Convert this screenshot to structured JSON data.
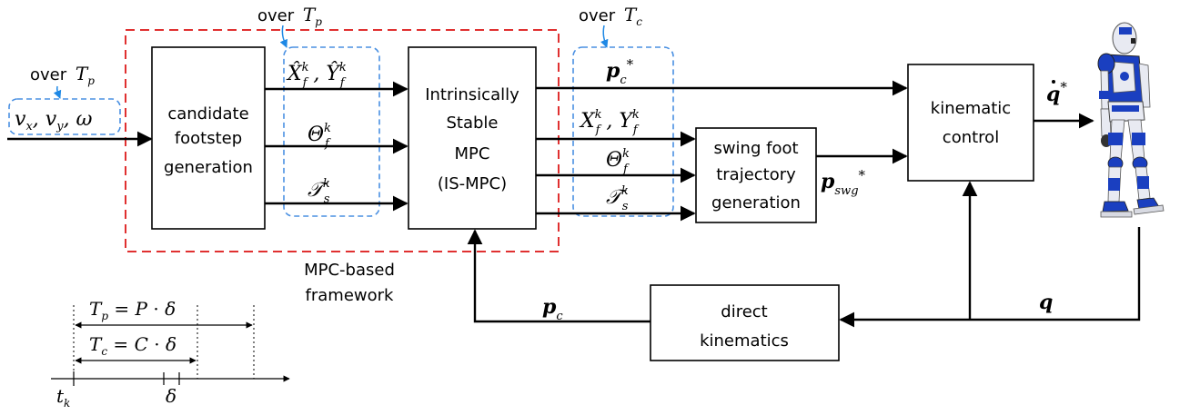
{
  "blocks": {
    "candidate": [
      "candidate",
      "footstep",
      "generation"
    ],
    "ismpc": [
      "Intrinsically",
      "Stable",
      "MPC",
      "(IS-MPC)"
    ],
    "swing": [
      "swing foot",
      "trajectory",
      "generation"
    ],
    "kinematic": [
      "kinematic",
      "control"
    ],
    "direct": [
      "direct",
      "kinematics"
    ]
  },
  "annotations": {
    "over_left": "over",
    "over_mid": "over",
    "over_right": "over",
    "framework": [
      "MPC-based",
      "framework"
    ]
  },
  "symbols": {
    "Tp": "T",
    "Tp_sub": "p",
    "Tc": "T",
    "Tc_sub": "c",
    "inputs": "v",
    "timeline_tk": "t",
    "timeline_tk_sub": "k",
    "timeline_delta": "δ",
    "q": "q",
    "pc": "p",
    "qdot": "q"
  },
  "colors": {
    "framework_border": "#e03030",
    "dashed_group": "#4a90e2",
    "pointer": "#1e88e5",
    "robot_blue": "#1a3fc0"
  }
}
